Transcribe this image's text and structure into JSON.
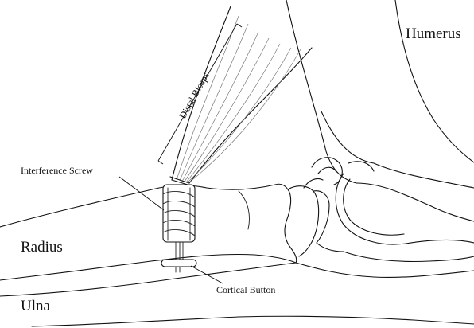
{
  "labels": {
    "humerus": "Humerus",
    "distal_biceps": "Distal Biceps",
    "interference_screw": "Interference Screw",
    "radius": "Radius",
    "cortical_button": "Cortical Button",
    "ulna": "Ulna"
  },
  "colors": {
    "line": "#111111",
    "fiber": "#777777",
    "background": "#ffffff"
  }
}
